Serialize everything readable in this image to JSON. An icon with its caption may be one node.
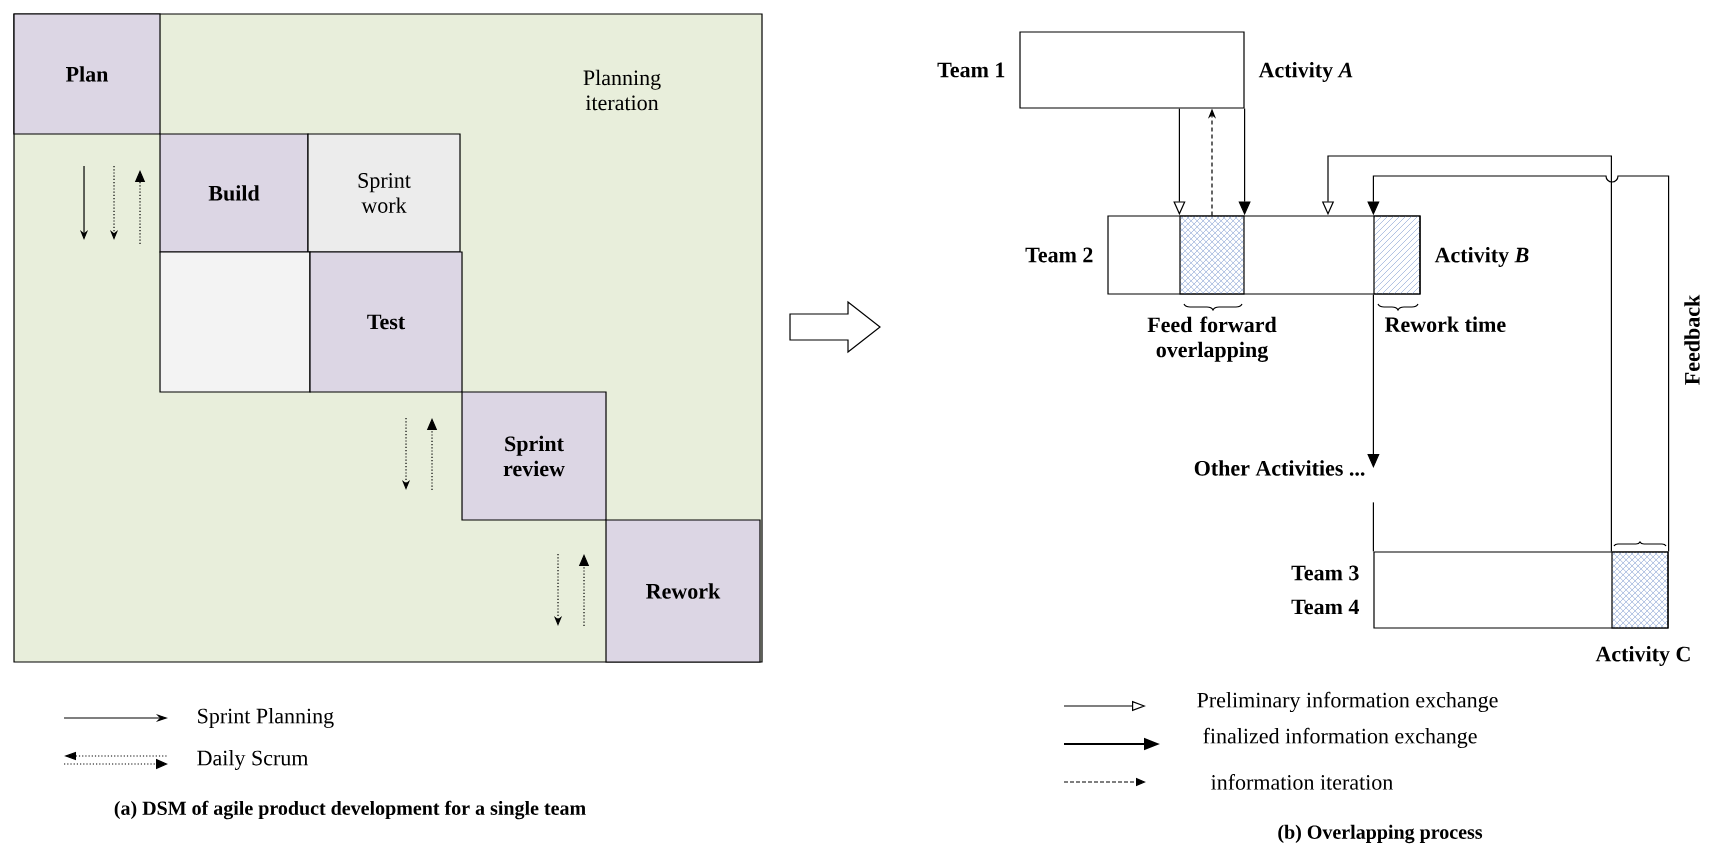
{
  "diagram": {
    "nodes": [
      {
        "text": [
          "Planning iteration"
        ]
      },
      {
        "text": [
          "Plan"
        ],
        "in": 0
      },
      {
        "text": [
          "Build"
        ],
        "in": 0
      },
      {
        "text": [
          "Sprint work"
        ],
        "in": 0
      },
      {
        "text": [],
        "shape": "box",
        "in": 0
      },
      {
        "text": [
          "Test"
        ],
        "in": 0
      },
      {
        "text": [
          "Sprint review"
        ],
        "in": 0
      },
      {
        "text": [
          "Rework"
        ],
        "in": 0
      },
      {
        "text": [
          "Team 1",
          "Activity *A*"
        ]
      },
      {
        "text": [
          "Team 2",
          "Activity *B*"
        ]
      },
      {
        "text": [],
        "shape": "box",
        "in": 9,
        "beside": [
          "Feed forward overlapping"
        ]
      },
      {
        "text": [],
        "shape": "box",
        "in": 9,
        "beside": [
          "Rework time"
        ]
      },
      {
        "text": [
          "Other Activities ..."
        ]
      },
      {
        "text": [
          "Team 3",
          "Team 4",
          "Activity C"
        ]
      },
      {
        "text": [],
        "shape": "box",
        "in": 13
      }
    ],
    "edges": [
      {
        "from": 8,
        "to": 10,
        "arrow": "to"
      },
      {
        "from": 10,
        "to": 8,
        "arrow": "to",
        "style": "dashed"
      },
      {
        "from": 8,
        "to": 9,
        "arrow": "to"
      },
      {
        "from": 14,
        "to": 9,
        "arrow": "to"
      },
      {
        "from": 14,
        "to": 11,
        "arrow": "to",
        "label": "Feedback"
      },
      {
        "from": 11,
        "to": 12,
        "arrow": "to"
      },
      {
        "from": 12,
        "to": 13,
        "arrow": "none"
      }
    ],
    "labels": [
      "(a) DSM of agile product development for a single team",
      "(b) Overlapping process"
    ],
    "legend": [
      {
        "text": "Sprint Planning"
      },
      {
        "text": "Daily Scrum"
      },
      {
        "text": "Preliminary information exchange"
      },
      {
        "text": "finalized information exchange"
      },
      {
        "text": "information iteration"
      }
    ]
  }
}
